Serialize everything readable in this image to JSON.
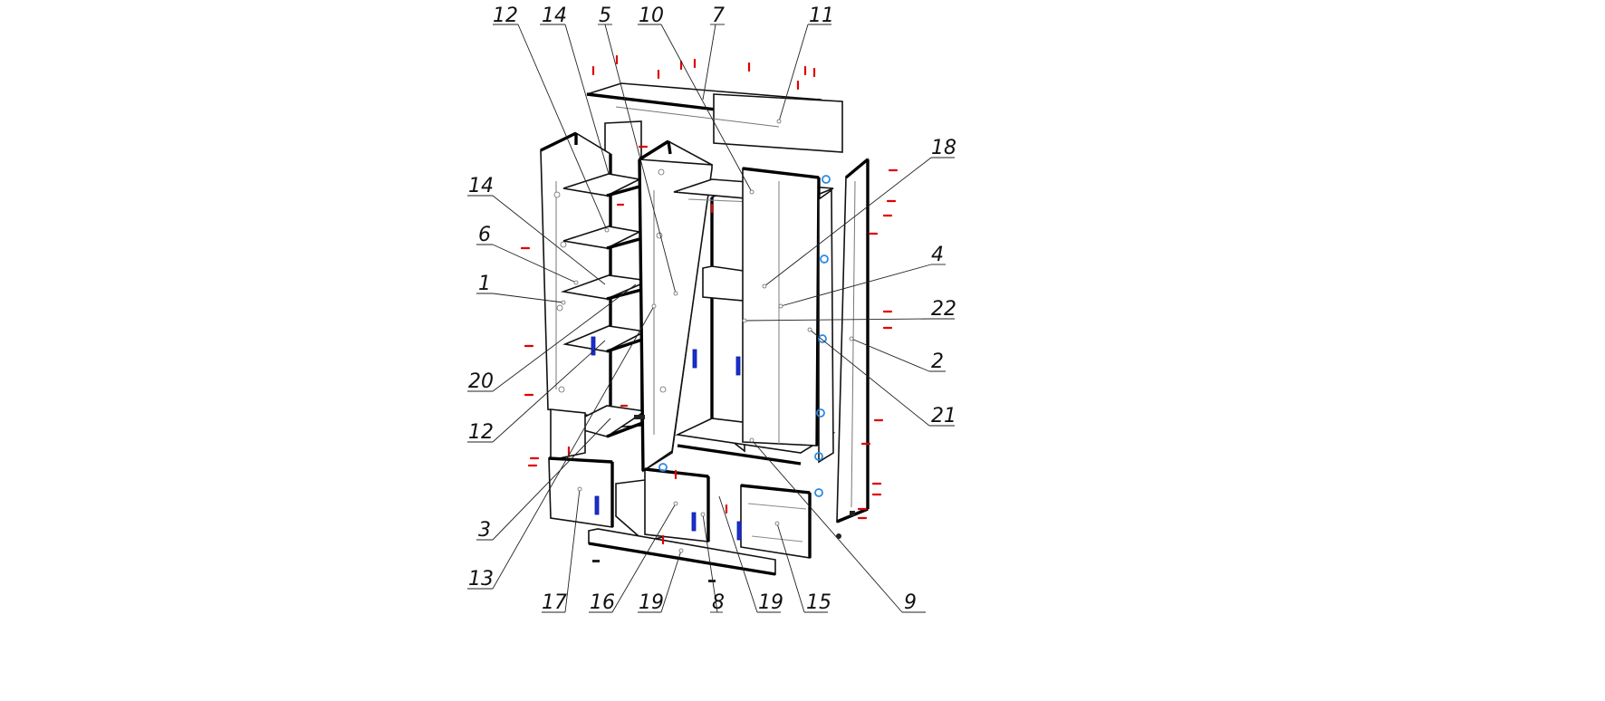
{
  "diagram": {
    "labels": [
      {
        "id": "l12a",
        "text": "12"
      },
      {
        "id": "l14a",
        "text": "14"
      },
      {
        "id": "l5",
        "text": "5"
      },
      {
        "id": "l10",
        "text": "10"
      },
      {
        "id": "l7",
        "text": "7"
      },
      {
        "id": "l11",
        "text": "11"
      },
      {
        "id": "l18",
        "text": "18"
      },
      {
        "id": "l14b",
        "text": "14"
      },
      {
        "id": "l6",
        "text": "6"
      },
      {
        "id": "l1",
        "text": "1"
      },
      {
        "id": "l4",
        "text": "4"
      },
      {
        "id": "l22",
        "text": "22"
      },
      {
        "id": "l2",
        "text": "2"
      },
      {
        "id": "l20",
        "text": "20"
      },
      {
        "id": "l21",
        "text": "21"
      },
      {
        "id": "l12b",
        "text": "12"
      },
      {
        "id": "l3",
        "text": "3"
      },
      {
        "id": "l13",
        "text": "13"
      },
      {
        "id": "l17",
        "text": "17"
      },
      {
        "id": "l16",
        "text": "16"
      },
      {
        "id": "l19a",
        "text": "19"
      },
      {
        "id": "l8",
        "text": "8"
      },
      {
        "id": "l19b",
        "text": "19"
      },
      {
        "id": "l15",
        "text": "15"
      },
      {
        "id": "l9",
        "text": "9"
      }
    ],
    "colors": {
      "outline": "#000000",
      "fastener": "#e00000",
      "handle": "#1a2fd0",
      "hinge": "#2a8ae0"
    }
  }
}
